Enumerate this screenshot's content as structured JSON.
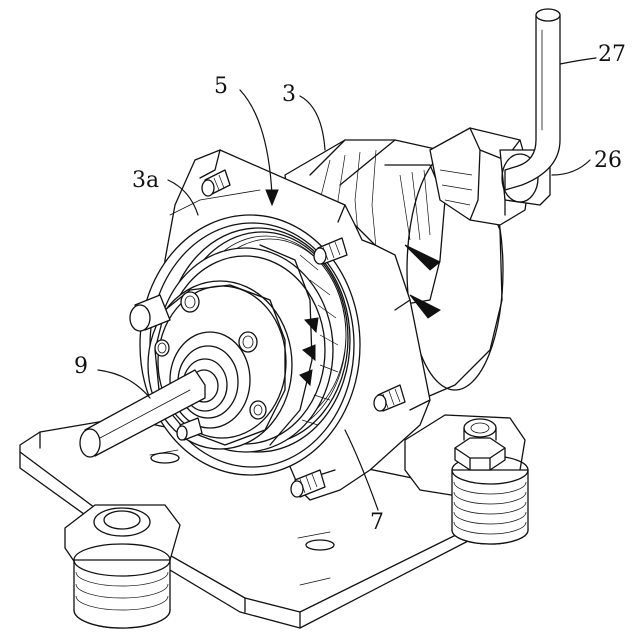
{
  "figure": {
    "callouts": [
      {
        "id": "c5",
        "text": "5"
      },
      {
        "id": "c3",
        "text": "3"
      },
      {
        "id": "c3a",
        "text": "3a"
      },
      {
        "id": "c27",
        "text": "27"
      },
      {
        "id": "c26",
        "text": "26"
      },
      {
        "id": "c9",
        "text": "9"
      },
      {
        "id": "c7",
        "text": "7"
      }
    ]
  },
  "colors": {
    "line": "#111111",
    "paper": "#ffffff"
  }
}
